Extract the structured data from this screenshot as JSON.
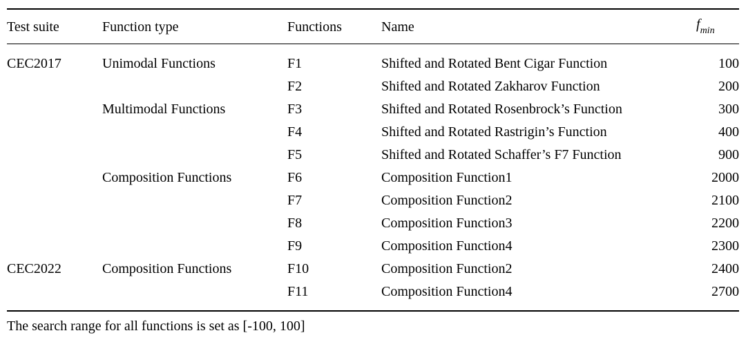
{
  "table": {
    "columns": {
      "test_suite": "Test suite",
      "function_type": "Function type",
      "functions": "Functions",
      "name": "Name",
      "fmin": {
        "base": "f",
        "sub": "min"
      }
    },
    "rows": [
      {
        "test_suite": "CEC2017",
        "function_type": "Unimodal Functions",
        "function_id": "F1",
        "name": "Shifted and Rotated Bent Cigar Function",
        "f_min": "100"
      },
      {
        "test_suite": "",
        "function_type": "",
        "function_id": "F2",
        "name": "Shifted and Rotated Zakharov Function",
        "f_min": "200"
      },
      {
        "test_suite": "",
        "function_type": "Multimodal Functions",
        "function_id": "F3",
        "name": "Shifted and Rotated Rosenbrock’s Function",
        "f_min": "300"
      },
      {
        "test_suite": "",
        "function_type": "",
        "function_id": "F4",
        "name": "Shifted and Rotated Rastrigin’s Function",
        "f_min": "400"
      },
      {
        "test_suite": "",
        "function_type": "",
        "function_id": "F5",
        "name": "Shifted and Rotated Schaffer’s F7 Function",
        "f_min": "900"
      },
      {
        "test_suite": "",
        "function_type": "Composition Functions",
        "function_id": "F6",
        "name": "Composition Function1",
        "f_min": "2000"
      },
      {
        "test_suite": "",
        "function_type": "",
        "function_id": "F7",
        "name": "Composition Function2",
        "f_min": "2100"
      },
      {
        "test_suite": "",
        "function_type": "",
        "function_id": "F8",
        "name": "Composition Function3",
        "f_min": "2200"
      },
      {
        "test_suite": "",
        "function_type": "",
        "function_id": "F9",
        "name": "Composition Function4",
        "f_min": "2300"
      },
      {
        "test_suite": "CEC2022",
        "function_type": "Composition Functions",
        "function_id": "F10",
        "name": "Composition Function2",
        "f_min": "2400"
      },
      {
        "test_suite": "",
        "function_type": "",
        "function_id": "F11",
        "name": "Composition Function4",
        "f_min": "2700"
      }
    ],
    "note": "The search range for all functions is set as [-100, 100]"
  }
}
